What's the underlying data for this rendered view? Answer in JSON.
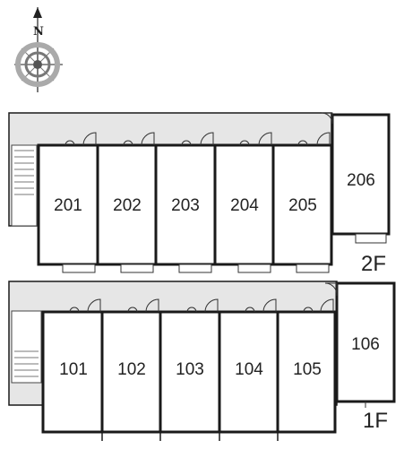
{
  "compass": {
    "north_label": "N",
    "icon": "compass-rose-icon"
  },
  "floors": [
    {
      "label": "2F",
      "units": [
        "201",
        "202",
        "203",
        "204",
        "205",
        "206"
      ]
    },
    {
      "label": "1F",
      "units": [
        "101",
        "102",
        "103",
        "104",
        "105",
        "106"
      ]
    }
  ],
  "colors": {
    "corridor": "#e6e6e6",
    "wall": "#1a1a1a",
    "stair": "#bdbdbd"
  }
}
